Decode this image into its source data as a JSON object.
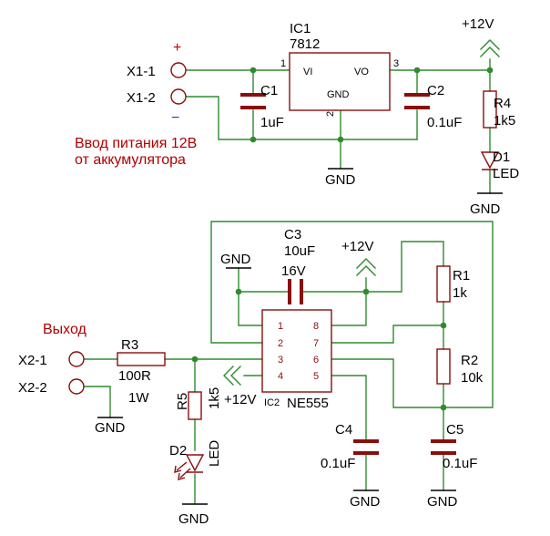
{
  "power_input": {
    "title_line1": "Ввод питания 12В",
    "title_line2": "от аккумулятора",
    "conn1": "X1-1",
    "conn2": "X1-2",
    "plus_sign": "+",
    "minus_sign": "−",
    "ic1_ref": "IC1",
    "ic1_value": "7812",
    "ic1_vi": "VI",
    "ic1_vo": "VO",
    "ic1_gnd": "GND",
    "ic1_pin1": "1",
    "ic1_pin2": "2",
    "ic1_pin3": "3",
    "c1_ref": "C1",
    "c1_value": "1uF",
    "c2_ref": "C2",
    "c2_value": "0.1uF",
    "r4_ref": "R4",
    "r4_value": "1k5",
    "d1_ref": "D1",
    "d1_value": "LED",
    "vcc_label": "+12V",
    "gnd1": "GND",
    "gnd2": "GND"
  },
  "timer": {
    "output_title": "Выход",
    "conn1": "X2-1",
    "conn2": "X2-2",
    "r3_ref": "R3",
    "r3_value": "100R",
    "r3_power": "1W",
    "r5_ref": "R5",
    "r5_value": "1k5",
    "d2_ref": "D2",
    "d2_value": "LED",
    "c3_ref": "C3",
    "c3_value": "10uF",
    "c3_voltage": "16V",
    "r1_ref": "R1",
    "r1_value": "1k",
    "r2_ref": "R2",
    "r2_value": "10k",
    "c4_ref": "C4",
    "c4_value": "0.1uF",
    "c5_ref": "C5",
    "c5_value": "0.1uF",
    "ic2_ref": "IC2",
    "ic2_value": "NE555",
    "pins_left": [
      "1",
      "2",
      "3",
      "4"
    ],
    "pins_right": [
      "8",
      "7",
      "6",
      "5"
    ],
    "vcc_top": "+12V",
    "vcc_left": "+12V",
    "gnd_top": "GND",
    "gnd_out": "GND",
    "gnd_d2": "GND",
    "gnd_c4": "GND",
    "gnd_c5": "GND"
  },
  "colors": {
    "wire": "#2e8b2e",
    "component": "#8b0d0d",
    "label_text": "#000000",
    "signal_text": "#b00000",
    "plus": "#c00000",
    "minus": "#2233cc"
  }
}
